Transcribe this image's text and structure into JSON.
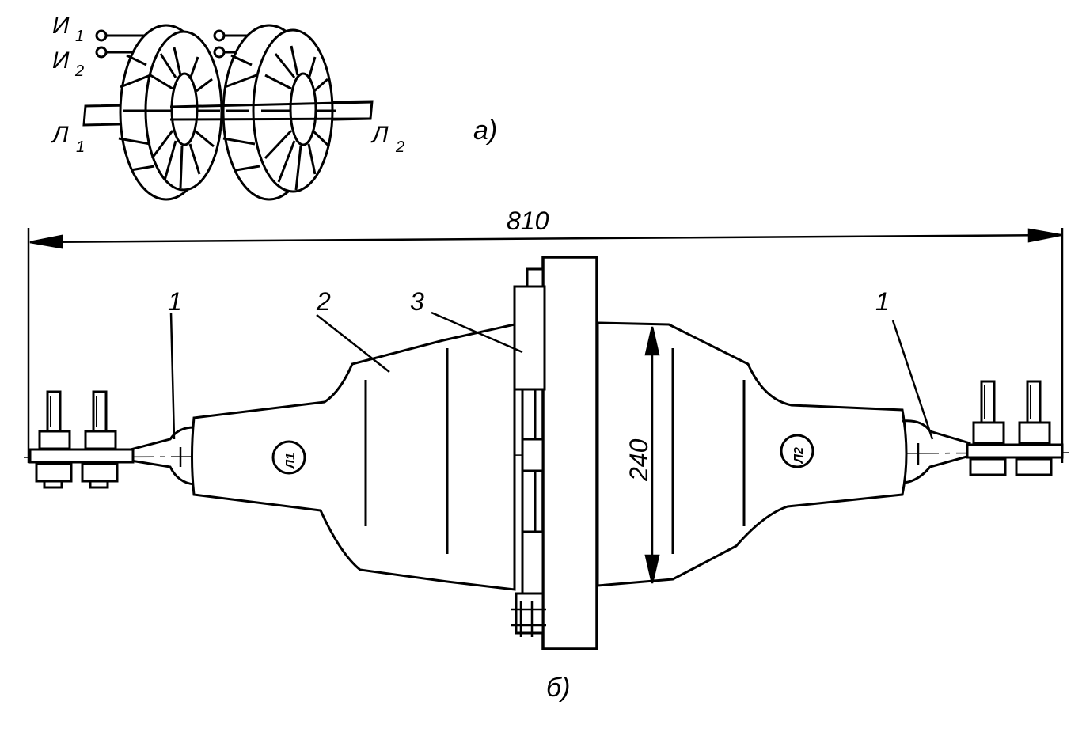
{
  "figure_a": {
    "caption": "а)",
    "terminal_i1": "И",
    "terminal_i1_sub": "1",
    "terminal_i2": "И",
    "terminal_i2_sub": "2",
    "line_l1": "Л",
    "line_l1_sub": "1",
    "line_l2": "Л",
    "line_l2_sub": "2"
  },
  "figure_b": {
    "caption": "б)",
    "dimension_length": "810",
    "dimension_diameter": "240",
    "callout_1_left": "1",
    "callout_2": "2",
    "callout_3": "3",
    "callout_1_right": "1",
    "marking_l1": "Л1",
    "marking_l2": "Л2"
  },
  "colors": {
    "ink": "#000000",
    "paper": "#ffffff"
  }
}
